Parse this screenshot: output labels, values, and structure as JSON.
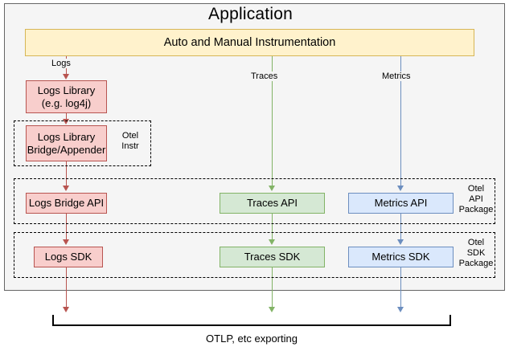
{
  "diagram": {
    "title": "Application",
    "instrumentation_bar": {
      "label": "Auto and Manual Instrumentation"
    },
    "edge_labels": {
      "logs": "Logs",
      "traces": "Traces",
      "metrics": "Metrics"
    },
    "groups": [
      {
        "id": "otel-instr",
        "label": "Otel\nInstr"
      },
      {
        "id": "otel-api",
        "label": "Otel\nAPI\nPackage"
      },
      {
        "id": "otel-sdk",
        "label": "Otel\nSDK\nPackage"
      }
    ],
    "nodes": {
      "logs_library": {
        "label": "Logs Library\n(e.g. log4j)"
      },
      "logs_bridge": {
        "label": "Logs Library\nBridge/Appender"
      },
      "logs_api": {
        "label": "Logs Bridge API"
      },
      "logs_sdk": {
        "label": "Logs SDK"
      },
      "traces_api": {
        "label": "Traces API"
      },
      "traces_sdk": {
        "label": "Traces SDK"
      },
      "metrics_api": {
        "label": "Metrics API"
      },
      "metrics_sdk": {
        "label": "Metrics SDK"
      }
    },
    "footer": {
      "label": "OTLP, etc exporting"
    },
    "colors": {
      "canvas": "#ffffff",
      "app_background": "#f5f5f5",
      "app_border": "#666666",
      "instrumentation_fill": "#fff2cc",
      "instrumentation_border": "#d6b656",
      "logs_fill": "#f8cecc",
      "logs_border": "#b85450",
      "traces_fill": "#d5e8d4",
      "traces_border": "#82b366",
      "metrics_fill": "#dae8fc",
      "metrics_border": "#6c8ebf",
      "bracket": "#000000"
    }
  }
}
